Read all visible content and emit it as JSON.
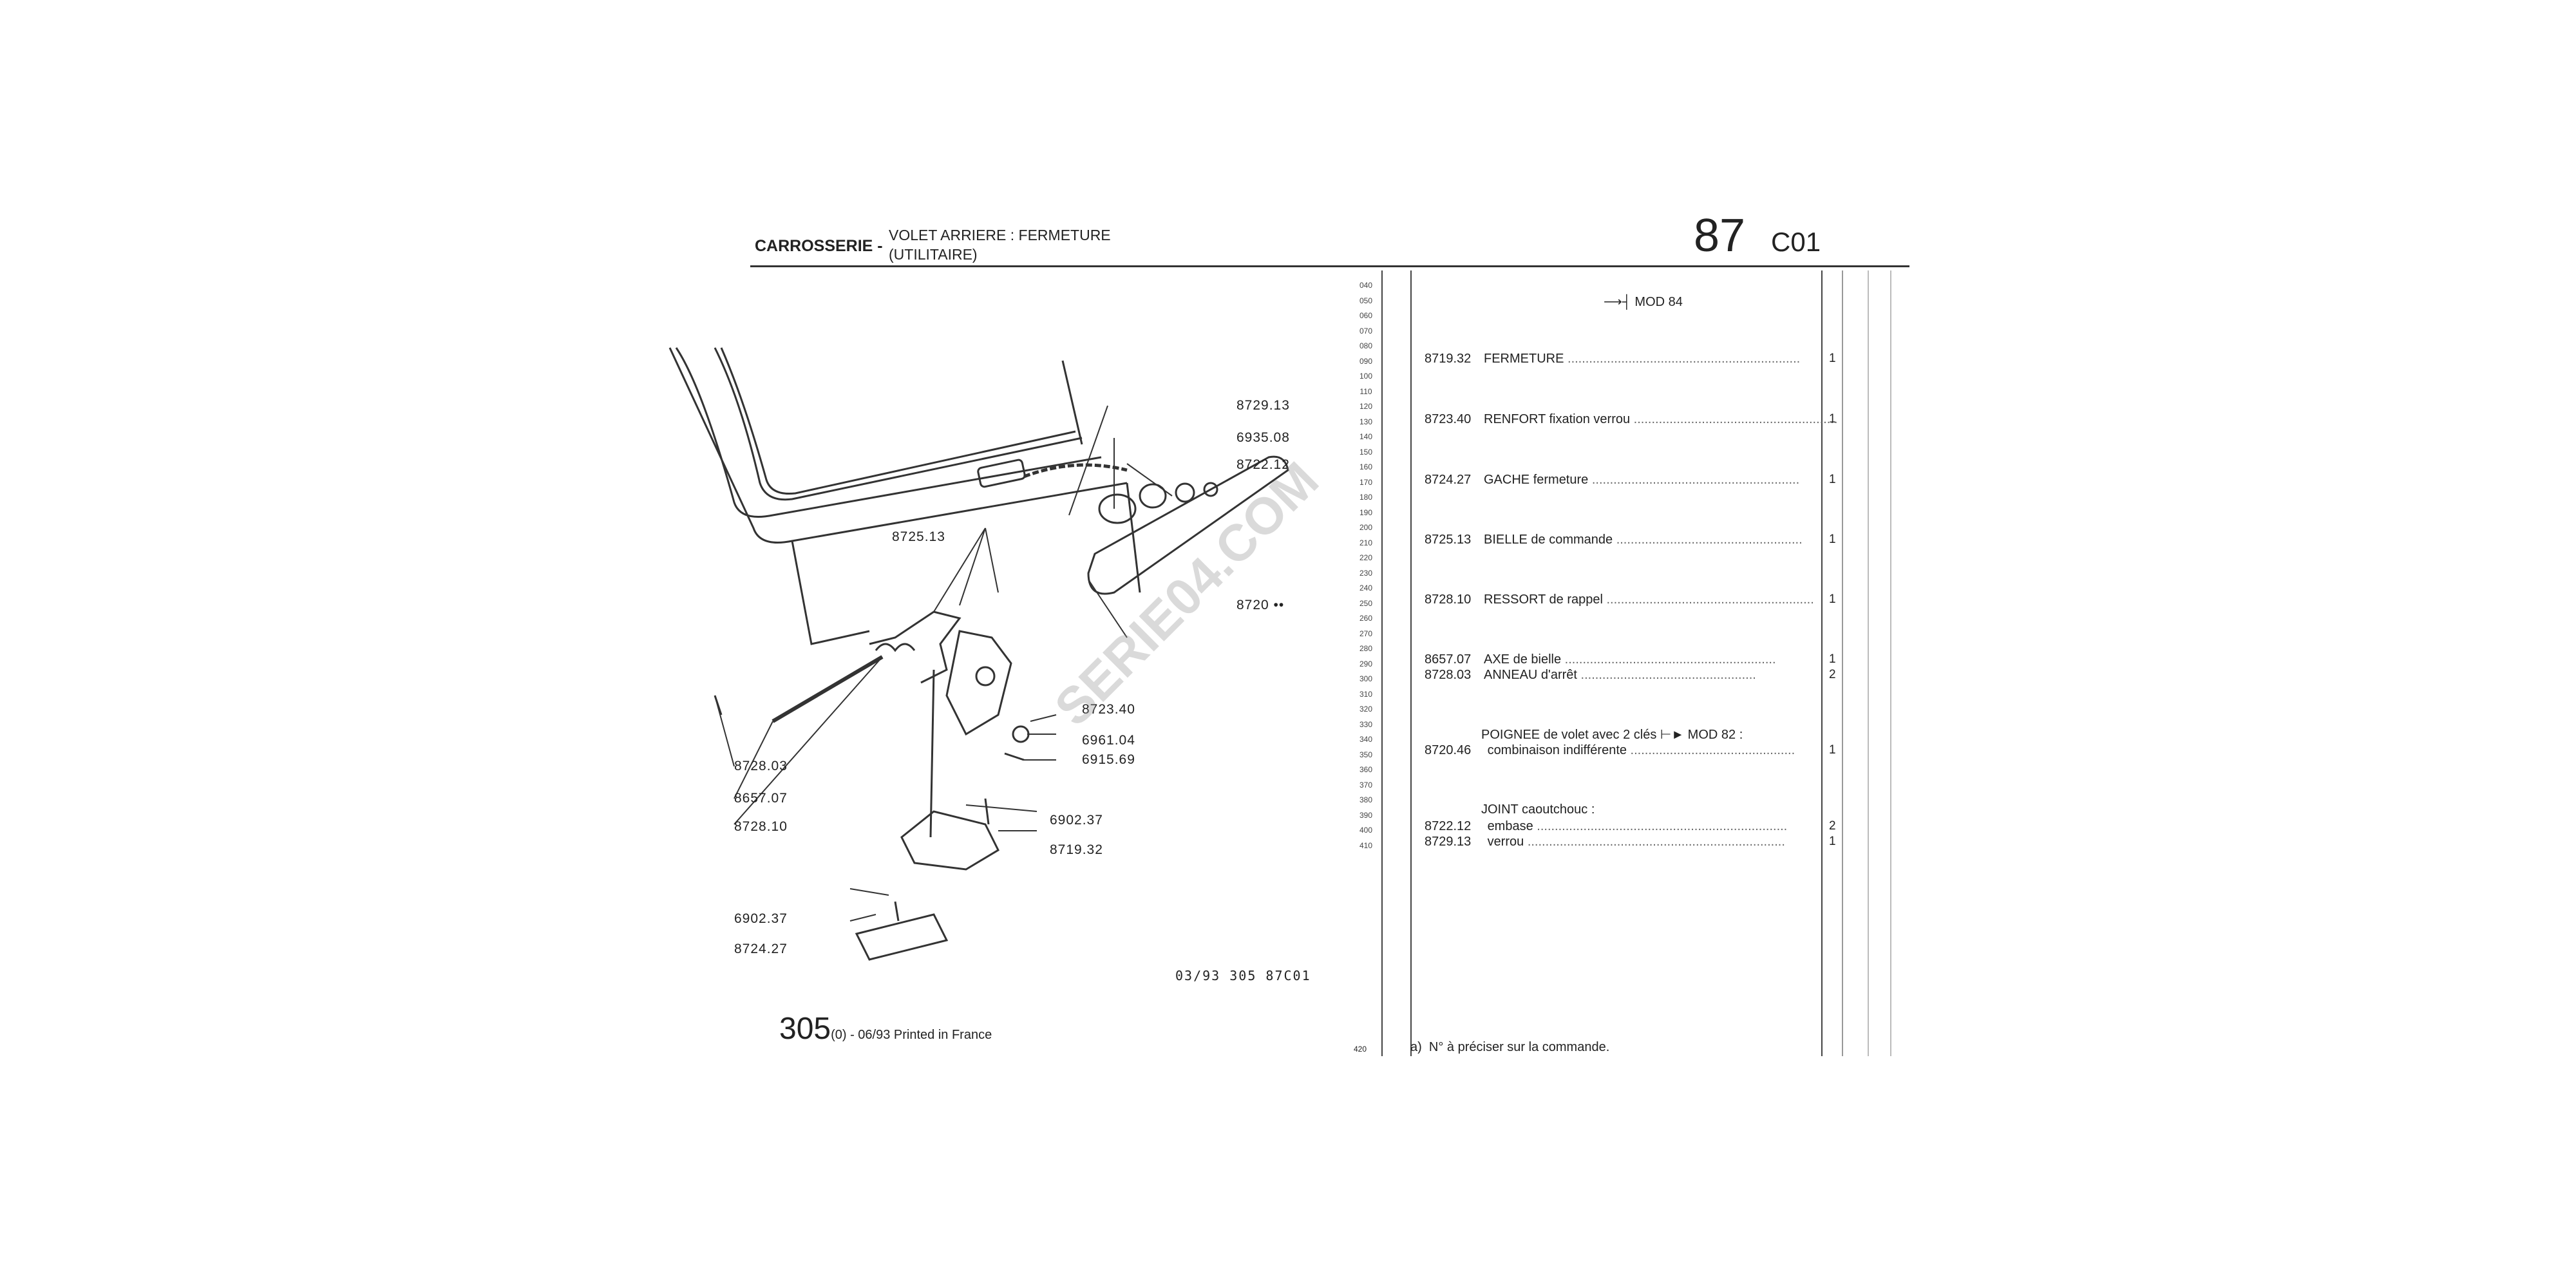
{
  "header": {
    "section": "CARROSSERIE -",
    "subtitle_line1": "VOLET ARRIERE : FERMETURE",
    "subtitle_line2": "(UTILITAIRE)",
    "page_number": "87",
    "page_code": "C01"
  },
  "footer": {
    "model": "305",
    "edition": "(0) - 06/93 Printed in France",
    "reference": "03/93  305  87C01",
    "note_marker": "a)",
    "note_text": "N°  à préciser sur la commande."
  },
  "watermark": "SERIE04.COM",
  "callouts": [
    {
      "label": "8729.13"
    },
    {
      "label": "6935.08"
    },
    {
      "label": "8722.12"
    },
    {
      "label": "8725.13"
    },
    {
      "label": "8720 ••"
    },
    {
      "label": "8723.40"
    },
    {
      "label": "6961.04"
    },
    {
      "label": "6915.69"
    },
    {
      "label": "8728.03"
    },
    {
      "label": "8657.07"
    },
    {
      "label": "8728.10"
    },
    {
      "label": "6902.37"
    },
    {
      "label": "8719.32"
    },
    {
      "label": "6902.37"
    },
    {
      "label": "8724.27"
    }
  ],
  "line_numbers": [
    "040",
    "050",
    "060",
    "070",
    "080",
    "090",
    "100",
    "110",
    "120",
    "130",
    "140",
    "150",
    "160",
    "170",
    "180",
    "190",
    "200",
    "210",
    "220",
    "230",
    "240",
    "250",
    "260",
    "270",
    "280",
    "290",
    "300",
    "310",
    "320",
    "330",
    "340",
    "350",
    "360",
    "370",
    "380",
    "390",
    "400",
    "410"
  ],
  "last_line_number": "420",
  "mod_note": "MOD 84",
  "parts": [
    {
      "ref": "8719.32",
      "name": "FERMETURE",
      "detail": "",
      "qty": "1"
    },
    {
      "ref": "8723.40",
      "name": "RENFORT",
      "detail": "fixation verrou",
      "qty": "1"
    },
    {
      "ref": "8724.27",
      "name": "GACHE",
      "detail": "fermeture",
      "qty": "1"
    },
    {
      "ref": "8725.13",
      "name": "BIELLE",
      "detail": "de commande",
      "qty": "1"
    },
    {
      "ref": "8728.10",
      "name": "RESSORT",
      "detail": "de rappel",
      "qty": "1"
    },
    {
      "ref": "8657.07",
      "name": "AXE",
      "detail": "de bielle",
      "qty": "1"
    },
    {
      "ref": "8728.03",
      "name": "ANNEAU",
      "detail": "d'arrêt",
      "qty": "2"
    },
    {
      "ref": "8720.46",
      "name": "",
      "detail": "combinaison indifférente",
      "qty": "1"
    },
    {
      "ref": "8722.12",
      "name": "",
      "detail": "embase",
      "qty": "2"
    },
    {
      "ref": "8729.13",
      "name": "",
      "detail": "verrou",
      "qty": "1"
    }
  ],
  "groups": [
    {
      "title": "POIGNEE de volet avec 2 clés ⊢► MOD 82 :"
    },
    {
      "title": "JOINT caoutchouc :"
    }
  ],
  "colors": {
    "ink": "#222222",
    "paper": "#ffffff",
    "watermark": "#969696"
  }
}
